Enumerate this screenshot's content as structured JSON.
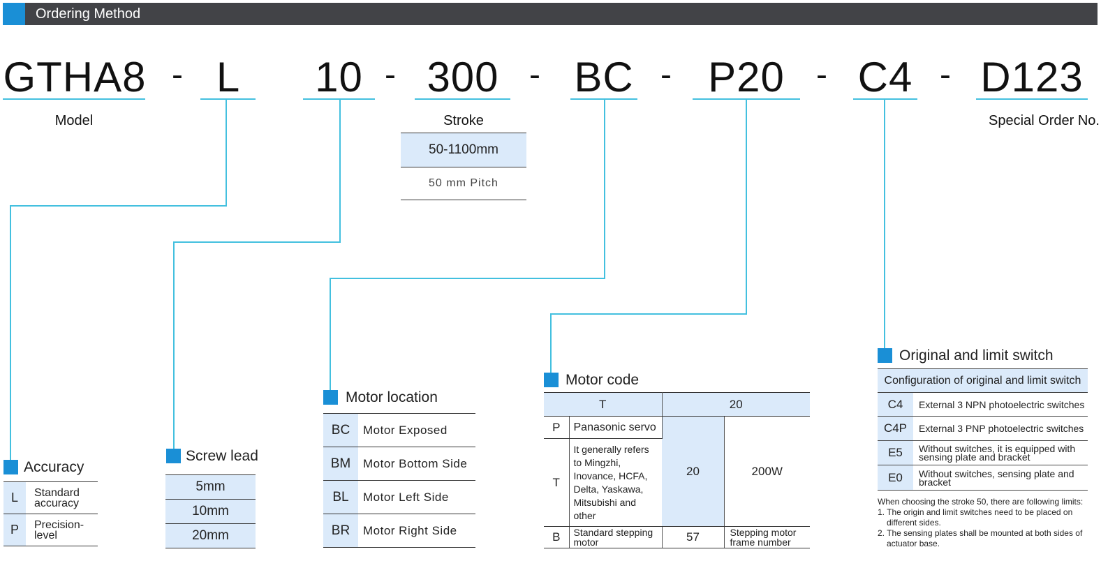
{
  "header": {
    "title": "Ordering Method"
  },
  "code": {
    "parts": [
      "GTHA8",
      "L",
      "10",
      "300",
      "BC",
      "P20",
      "C4",
      "D123"
    ],
    "separator": "-",
    "model_label": "Model",
    "stroke_label": "Stroke",
    "special_label": "Special Order No."
  },
  "stroke": {
    "range": "50-1100mm",
    "pitch": "50 mm Pitch"
  },
  "accuracy": {
    "title": "Accuracy",
    "rows": [
      {
        "code": "L",
        "desc": "Standard accuracy"
      },
      {
        "code": "P",
        "desc": "Precision-level"
      }
    ]
  },
  "screw_lead": {
    "title": "Screw lead",
    "values": [
      "5mm",
      "10mm",
      "20mm"
    ]
  },
  "motor_location": {
    "title": "Motor location",
    "rows": [
      {
        "code": "BC",
        "desc": "Motor Exposed"
      },
      {
        "code": "BM",
        "desc": "Motor Bottom Side"
      },
      {
        "code": "BL",
        "desc": "Motor Left Side"
      },
      {
        "code": "BR",
        "desc": "Motor Right Side"
      }
    ]
  },
  "motor_code": {
    "title": "Motor code",
    "head_t": "T",
    "head_20": "20",
    "p_code": "P",
    "p_desc": "Panasonic servo",
    "t_code": "T",
    "t_desc": "It generally refers to Mingzhi, Inovance, HCFA, Delta, Yaskawa, Mitsubishi and other",
    "t_size": "20",
    "t_power": "200W",
    "b_code": "B",
    "b_desc": "Standard stepping motor",
    "b_size": "57",
    "b_power": "Stepping motor frame number"
  },
  "switch": {
    "title": "Original and limit switch",
    "subtitle": "Configuration of original and limit switch",
    "rows": [
      {
        "code": "C4",
        "desc": "External 3 NPN photoelectric switches"
      },
      {
        "code": "C4P",
        "desc": "External 3 PNP photoelectric switches"
      },
      {
        "code": "E5",
        "desc": "Without switches, it is equipped with sensing plate and bracket"
      },
      {
        "code": "E0",
        "desc": "Without switches, sensing plate and bracket"
      }
    ],
    "notes": [
      "When choosing the stroke 50, there are following limits:",
      "1. The origin and limit switches need to be placed on different sides.",
      "2. The sensing plates shall be mounted at both sides of actuator base."
    ]
  },
  "colors": {
    "accent": "#1a8fd6",
    "line": "#43c0df",
    "cell_blue": "#dbeafa",
    "header_bg": "#424347"
  }
}
